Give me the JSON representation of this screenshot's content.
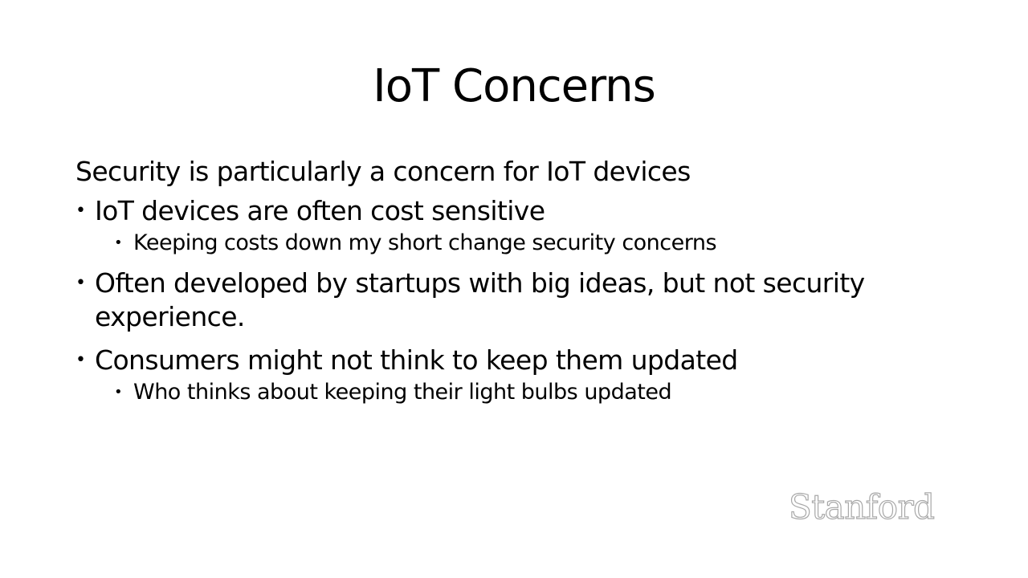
{
  "slide": {
    "title": "IoT Concerns",
    "lead": "Security is particularly a concern for IoT devices",
    "bullets": [
      {
        "text": "IoT devices are often cost sensitive",
        "sub": [
          "Keeping costs down my short change security concerns"
        ]
      },
      {
        "text": "Often developed by startups with big ideas, but not security experience.",
        "sub": []
      },
      {
        "text": "Consumers might not think to keep them updated",
        "sub": [
          "Who thinks about keeping their light bulbs updated"
        ]
      }
    ],
    "bullet_glyph": "•",
    "logo_text": "Stanford"
  },
  "colors": {
    "background": "#ffffff",
    "text": "#000000",
    "logo_outline": "#a8a8a8"
  }
}
